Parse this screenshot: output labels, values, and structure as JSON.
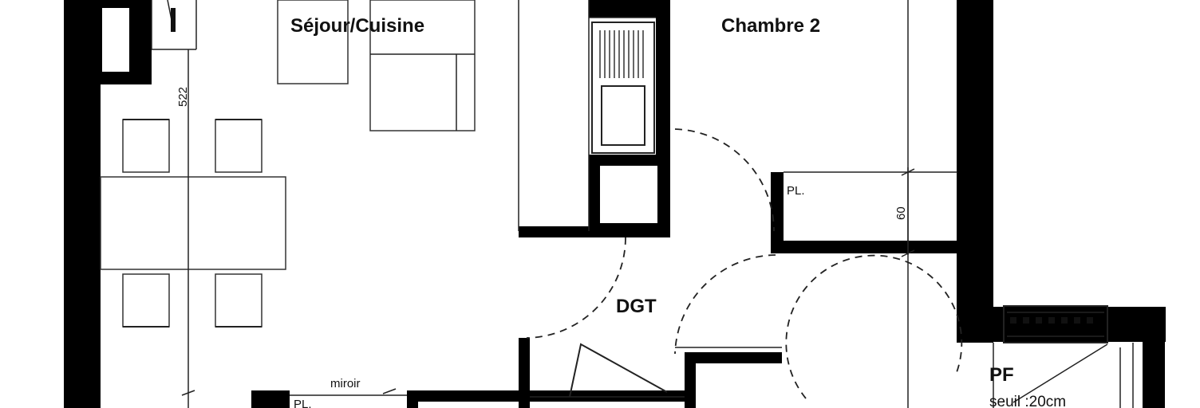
{
  "rooms": {
    "sejour_cuisine": "Séjour/Cuisine",
    "chambre_2": "Chambre 2",
    "dgt": "DGT",
    "pf": "PF"
  },
  "labels": {
    "pl_top": "PL.",
    "pl_bottom": "PL.",
    "miroir": "miroir",
    "seuil": "seuil :20cm"
  },
  "dimensions": {
    "d522": "522",
    "d60": "60"
  }
}
